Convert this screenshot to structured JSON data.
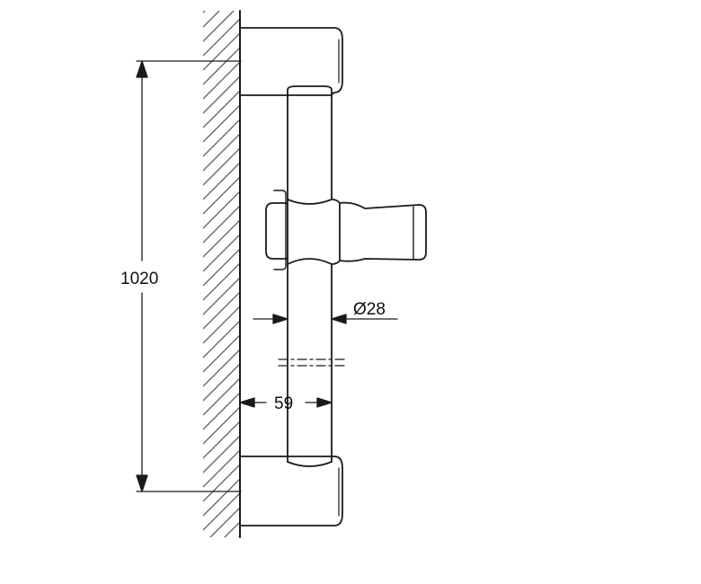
{
  "drawing": {
    "type": "technical-dimension-drawing",
    "subject": "shower-rail-with-slider-bracket",
    "line_color": "#1a1a1a",
    "hatch_color": "#555555",
    "dimensions": {
      "height_label": "1020",
      "diameter_label": "Ø28",
      "projection_label": "59"
    }
  }
}
